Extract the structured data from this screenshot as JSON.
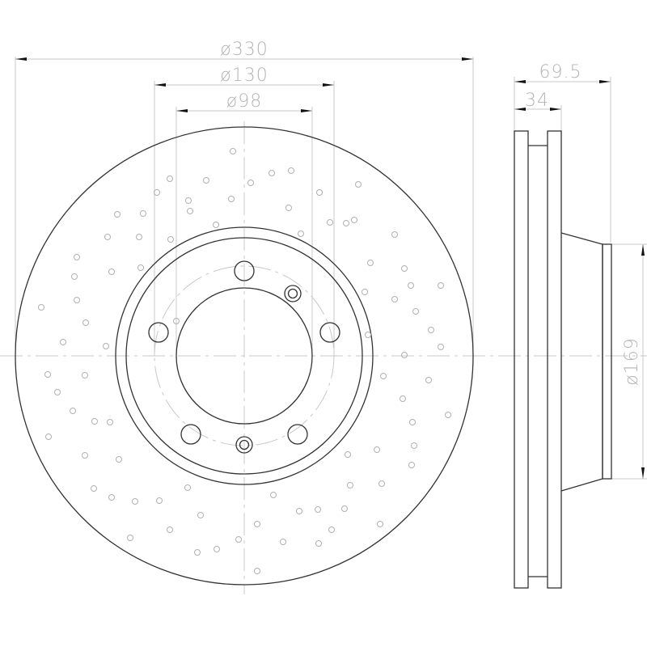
{
  "title": "Brake disc technical drawing",
  "front_view": {
    "dimensions": {
      "outer_diameter": "ø330",
      "bolt_circle": "ø130",
      "center_bore": "ø98"
    },
    "features": {
      "bolt_holes": 5,
      "locating_holes": 2,
      "drilled_cross_holes": "pattern"
    }
  },
  "side_view": {
    "dimensions": {
      "total_height": "69.5",
      "friction_ring_thickness": "34",
      "hat_diameter": "ø169"
    }
  },
  "colors": {
    "outline": "#333333",
    "dimension_line": "#c8c8c8",
    "dimension_text": "#b4b4b4",
    "arrow": "#111111"
  }
}
